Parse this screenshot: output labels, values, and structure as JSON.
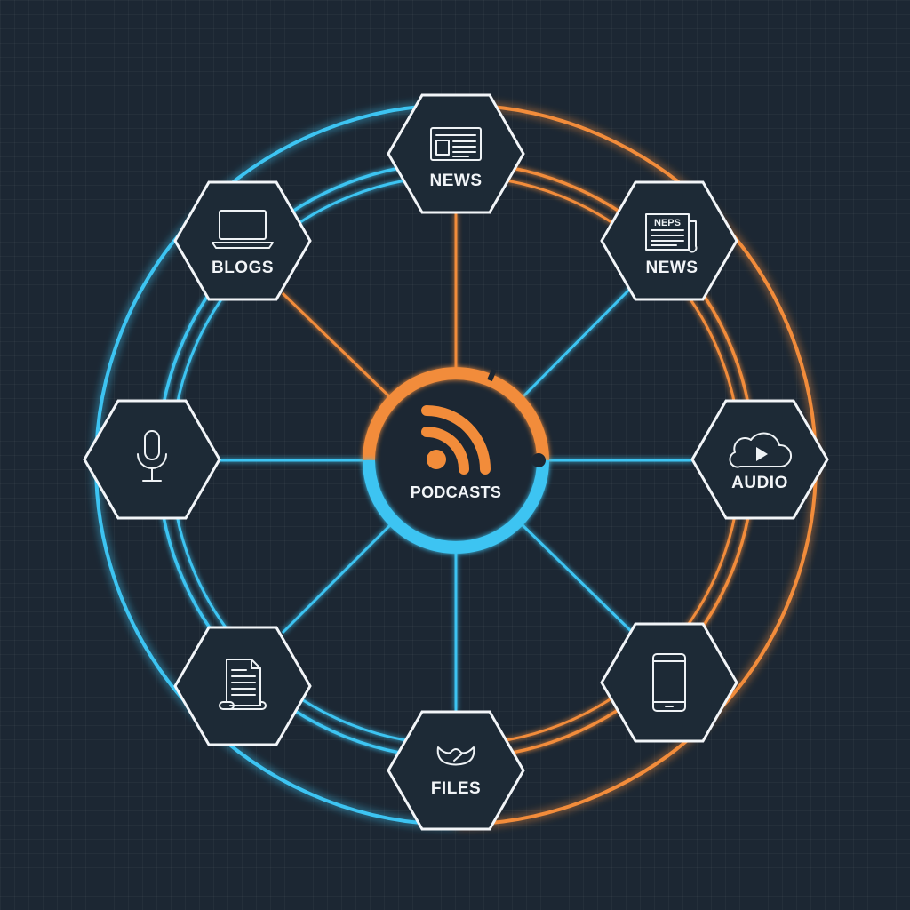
{
  "colors": {
    "background": "#1c2733",
    "blue_accent": "#3cc4f2",
    "orange_accent": "#f28c3a",
    "hex_fill": "#1d2a36",
    "hex_stroke": "#f2f5f8"
  },
  "hub": {
    "label": "PODCASTS",
    "icon": "rss-feed-icon"
  },
  "nodes": [
    {
      "id": "news-top",
      "label": "NEWS",
      "icon": "newspaper-grid-icon"
    },
    {
      "id": "news-right",
      "label": "NEWS",
      "icon": "newspaper-icon",
      "icon_text": "NEPS"
    },
    {
      "id": "audio",
      "label": "AUDIO",
      "icon": "cloud-play-icon"
    },
    {
      "id": "mobile",
      "label": "",
      "icon": "smartphone-icon"
    },
    {
      "id": "files",
      "label": "FILES",
      "icon": "files-emblem-icon"
    },
    {
      "id": "document",
      "label": "",
      "icon": "document-icon"
    },
    {
      "id": "microphone",
      "label": "",
      "icon": "microphone-icon"
    },
    {
      "id": "blogs",
      "label": "BLOGS",
      "icon": "laptop-icon"
    }
  ]
}
